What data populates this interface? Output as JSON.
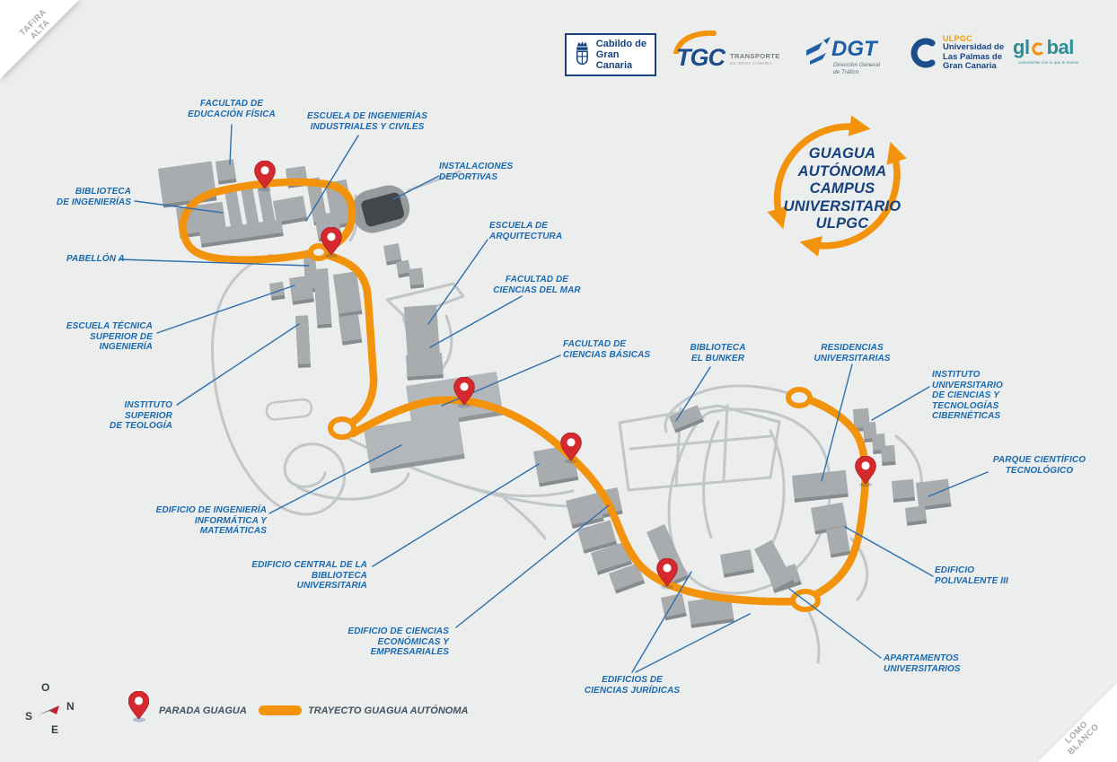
{
  "corners": {
    "top_left": "TAFIRA\nALTA",
    "bottom_right": "LOMO\nBLANCO"
  },
  "logos": {
    "cabildo": {
      "name": "Cabildo de\nGran Canaria"
    },
    "tgc": {
      "acronym": "TGC",
      "line1": "TRANSPORTE",
      "line2": "DE GRAN CANARIA"
    },
    "dgt": {
      "acronym": "DGT",
      "subtitle": "Dirección General\nde Tráfico"
    },
    "ulpgc": {
      "acronym": "ULPGC",
      "name": "Universidad de\nLas Palmas de\nGran Canaria"
    },
    "global": {
      "start": "gl",
      "end": "bal",
      "tagline": "conectamos con lo que te mueve"
    }
  },
  "badge": {
    "text": "GUAGUA\nAUTÓNOMA\nCAMPUS\nUNIVERSITARIO\nULPGC"
  },
  "legend": {
    "stop": "PARADA GUAGUA",
    "route": "TRAYECTO GUAGUA AUTÓNOMA"
  },
  "compass": {
    "top": "O",
    "right": "N",
    "left": "S",
    "bottom": "E"
  },
  "colors": {
    "route_orange": "#F2930B",
    "pin_red": "#D5292F",
    "label_blue": "#1A6AB2",
    "navy": "#16417E",
    "teal": "#2B8E92",
    "building_gray": "#A9ACAF"
  },
  "map": {
    "labels": [
      {
        "id": "facultad-educacion-fisica",
        "text": "FACULTAD DE\nEDUCACIÓN FÍSICA"
      },
      {
        "id": "escuela-ingenierias-industriales-civiles",
        "text": "ESCUELA DE INGENIERÍAS\nINDUSTRIALES Y CIVILES"
      },
      {
        "id": "instalaciones-deportivas",
        "text": "INSTALACIONES\nDEPORTIVAS"
      },
      {
        "id": "biblioteca-de-ingenierias",
        "text": "BIBLIOTECA\nDE INGENIERÍAS"
      },
      {
        "id": "pabellon-a",
        "text": "PABELLÓN A"
      },
      {
        "id": "escuela-de-arquitectura",
        "text": "ESCUELA DE\nARQUITECTURA"
      },
      {
        "id": "facultad-ciencias-del-mar",
        "text": "FACULTAD DE\nCIENCIAS DEL MAR"
      },
      {
        "id": "escuela-tecnica-superior-ingenieria",
        "text": "ESCUELA TÉCNICA\nSUPERIOR DE INGENIERÍA"
      },
      {
        "id": "instituto-superior-teologia",
        "text": "INSTITUTO SUPERIOR\nDE TEOLOGÍA"
      },
      {
        "id": "facultad-ciencias-basicas",
        "text": "FACULTAD DE\nCIENCIAS BÁSICAS"
      },
      {
        "id": "biblioteca-el-bunker",
        "text": "BIBLIOTECA\nEL BUNKER"
      },
      {
        "id": "residencias-universitarias",
        "text": "RESIDENCIAS\nUNIVERSITARIAS"
      },
      {
        "id": "instituto-ciencias-tecnologias-ciberneticas",
        "text": "INSTITUTO UNIVERSITARIO\nDE CIENCIAS Y TECNOLOGÍAS\nCIBERNÉTICAS"
      },
      {
        "id": "parque-cientifico-tecnologico",
        "text": "PARQUE CIENTÍFICO\nTECNOLÓGICO"
      },
      {
        "id": "edificio-ingenieria-informatica-matematicas",
        "text": "EDIFICIO DE INGENIERÍA\nINFORMÁTICA Y MATEMÁTICAS"
      },
      {
        "id": "edificio-central-biblioteca-universitaria",
        "text": "EDIFICIO CENTRAL DE LA\nBIBLIOTECA UNIVERSITARIA"
      },
      {
        "id": "edificio-ciencias-economicas-empresariales",
        "text": "EDIFICIO DE CIENCIAS\nECONÓMICAS Y EMPRESARIALES"
      },
      {
        "id": "edificios-ciencias-juridicas",
        "text": "EDIFICIOS DE\nCIENCIAS JURÍDICAS"
      },
      {
        "id": "apartamentos-universitarios",
        "text": "APARTAMENTOS\nUNIVERSITARIOS"
      },
      {
        "id": "edificio-polivalente-iii",
        "text": "EDIFICIO\nPOLIVALENTE III"
      }
    ]
  }
}
